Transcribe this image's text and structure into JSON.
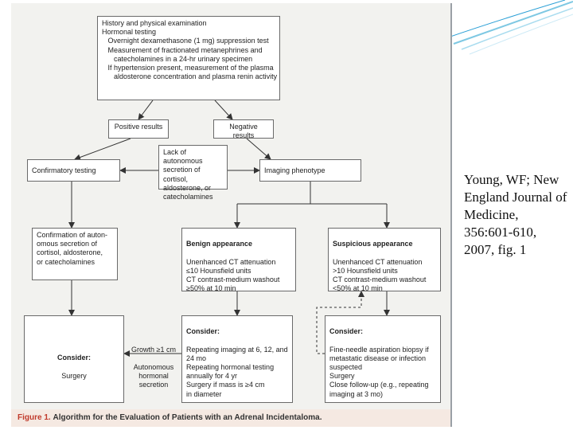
{
  "diagram": {
    "history_box": {
      "line1": "History and physical examination",
      "line2": "Hormonal testing",
      "line3": "   Overnight dexamethasone (1 mg) suppression test",
      "line4": "   Measurement of fractionated metanephrines and",
      "line5": "      catecholamines in a 24-hr urinary specimen",
      "line6": "   If hypertension present, measurement of the plasma",
      "line7": "      aldosterone concentration and plasma renin activity"
    },
    "positive": "Positive results",
    "negative": "Negative results",
    "lack_box": "Lack of autonomous\nsecretion of cortisol,\naldosterone, or\ncatecholamines",
    "confirmatory": "Confirmatory testing",
    "imaging": "Imaging phenotype",
    "confirmation_box": "Confirmation of auton-\nomous secretion of\ncortisol, aldosterone,\nor catecholamines",
    "benign": {
      "title": "Benign appearance",
      "body": "Unenhanced CT attenuation\n  ≤10 Hounsfield units\nCT contrast-medium washout\n  ≥50% at 10 min"
    },
    "suspicious": {
      "title": "Suspicious appearance",
      "body": "Unenhanced CT attenuation\n  >10 Hounsfield units\nCT contrast-medium washout\n  <50% at 10 min"
    },
    "surgery_box": {
      "title": "Consider:",
      "body": "Surgery"
    },
    "growth": "Growth ≥1 cm",
    "autonomous": "Autonomous\nhormonal\nsecretion",
    "consider_mid": {
      "title": "Consider:",
      "body": "Repeating imaging at 6, 12, and\n  24 mo\nRepeating hormonal testing\n  annually for 4 yr\nSurgery if mass is ≥4 cm\n  in diameter"
    },
    "consider_right": {
      "title": "Consider:",
      "body": "Fine-needle aspiration biopsy if\n  metastatic disease or infection\n  suspected\nSurgery\nClose follow-up (e.g., repeating\n  imaging at 3 mo)"
    },
    "caption_num": "Figure 1.",
    "caption_title": "Algorithm for the Evaluation of Patients with an Adrenal Incidentaloma."
  },
  "citation": "Young, WF; New England Journal of Medicine, 356:601-610, 2007, fig. 1",
  "colors": {
    "accent": "#2a9fd6",
    "caption_red": "#c0392b"
  }
}
